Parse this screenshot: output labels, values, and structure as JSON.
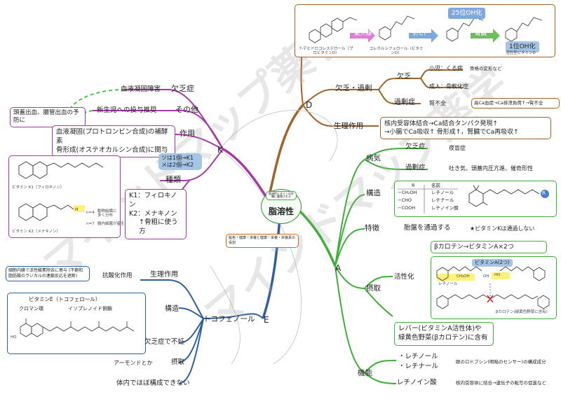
{
  "center": {
    "title": "脂溶性",
    "caption": "脂溶性ビタミンは肝臓に蓄積される"
  },
  "watermark": "マインドマップ薬学",
  "colors": {
    "K": "#a43aa6",
    "D": "#a0632a",
    "A": "#3fae3a",
    "E": "#2f5f9e",
    "dash": "#4cc34c"
  },
  "branchK": {
    "label": "K",
    "deficiency": {
      "label": "欠乏症",
      "item": "血液凝固障害"
    },
    "other": {
      "label": "その他",
      "item": "新生児への投与推奨",
      "note": "頭蓋出血、腸管出血の予防に"
    },
    "action": {
      "label": "作用",
      "lines": [
        "血液凝固(プロトロンビン合成)の補酵素",
        "骨形成(オステオカルシン合成)に関与"
      ]
    },
    "types": {
      "label": "種類",
      "note_lines": [
        "ツは1個→K1",
        "メは2個→K2"
      ],
      "lines": [
        "K1：フィロキノン",
        "K2：メナキノン",
        "↑骨粗に使う方"
      ]
    },
    "structure": {
      "k1": "ビタミン K1（フィロキノン）",
      "k2": "ビタミン K2（メナキノン）",
      "n4": "n=4",
      "n7": "n=7",
      "note1": "動物組織に多く分布",
      "note2": "腸内細菌が産生"
    }
  },
  "branchD": {
    "label": "D",
    "pathway": {
      "s1": "7-デヒドロコレステロール（プロビタミンD）",
      "s2": "コレカルシフェロール（ビタミンD）",
      "s3": "",
      "s4": "活性型ビタミンD",
      "uv": "紫外線",
      "liver": "肝CY",
      "kidney": "腎臓",
      "oh25": "25位OH化",
      "oh1": "1位OH化"
    },
    "deficiency_excess": {
      "label": "欠乏・過剰",
      "deficiency": {
        "label": "欠乏",
        "child": "小児：くる病",
        "child_note": "骨格の変形など",
        "adult": "成人：骨軟化症"
      },
      "excess": {
        "label": "過剰症",
        "item": "腎不全",
        "note": "高Ca血症→Ca排泄負荷↑→腎不全"
      }
    },
    "action": {
      "label": "生理作用",
      "lines": [
        "核内受容体結合→Ca結合タンパク発現↑",
        "→小腸でCa吸収↑ 骨形成↑，腎臓でCa再吸収↑"
      ]
    }
  },
  "branchA": {
    "label": "A",
    "disease": {
      "label": "病気",
      "def": "欠乏症",
      "def_item": "夜盲症",
      "exc": "過剰症",
      "exc_item": "吐き気、頭蓋内圧亢進、催奇形性"
    },
    "structure": {
      "label": "構造",
      "h_r": "R",
      "h_name": "名前",
      "rows": [
        {
          "r": "−CH₂OH",
          "n": "レチノール"
        },
        {
          "r": "−CHO",
          "n": "レチナール"
        },
        {
          "r": "−COOH",
          "n": "レチノイン酸"
        }
      ],
      "rlabel": "R"
    },
    "feature": {
      "label": "特徴",
      "item": "胎盤を通過する",
      "note": "★ビタミンKは通過しない"
    },
    "intake": {
      "label": "摂取",
      "carotene": "βカロテン→ビタミンA×2つ",
      "activation": "活性化",
      "mol_label": "ビタミンA(2つ)",
      "retinol": "レチノール",
      "ch2oh": "CH₂OH",
      "oh": "OH",
      "ho": "HO",
      "carotene_note": "βカロテン(緑黄色野菜に含有)",
      "source_lines": [
        "レバー(ビタミンA活性体)や",
        "緑黄色野菜(βカロテン)に含有"
      ]
    },
    "function": {
      "label": "機能",
      "items": [
        "・レチノール",
        "・レチナール"
      ],
      "note": "眼のロドプシン(明暗のセンサー)の構成成分",
      "acid": "レチノイン酸",
      "acid_note": "核内受容体に結合→遺伝子の転写の促進など"
    }
  },
  "branchE": {
    "label": "E",
    "name": "トコフェノール",
    "action": {
      "label": "生理作用",
      "item": "抗酸化作用",
      "note_lines": [
        "細胞内膜で活性酸素除去に寄与 (不飽和",
        "脂肪酸のラジカルの連鎖反応を遮断)"
      ]
    },
    "structure": {
      "label": "構造",
      "title": "ビタミンE（トコフェロール）",
      "chroman": "クロマン環",
      "isoprenoid": "イソプレノイド側鎖",
      "ho": "HO"
    },
    "deficiency": "欠乏症で不妊",
    "intake": {
      "label": "摂取",
      "item": "アーモンドとか"
    },
    "synth": "体内でほぼ構成できない"
  },
  "footnote": "脂色・健康・栄養と健康・栄養・栄養素の役割"
}
